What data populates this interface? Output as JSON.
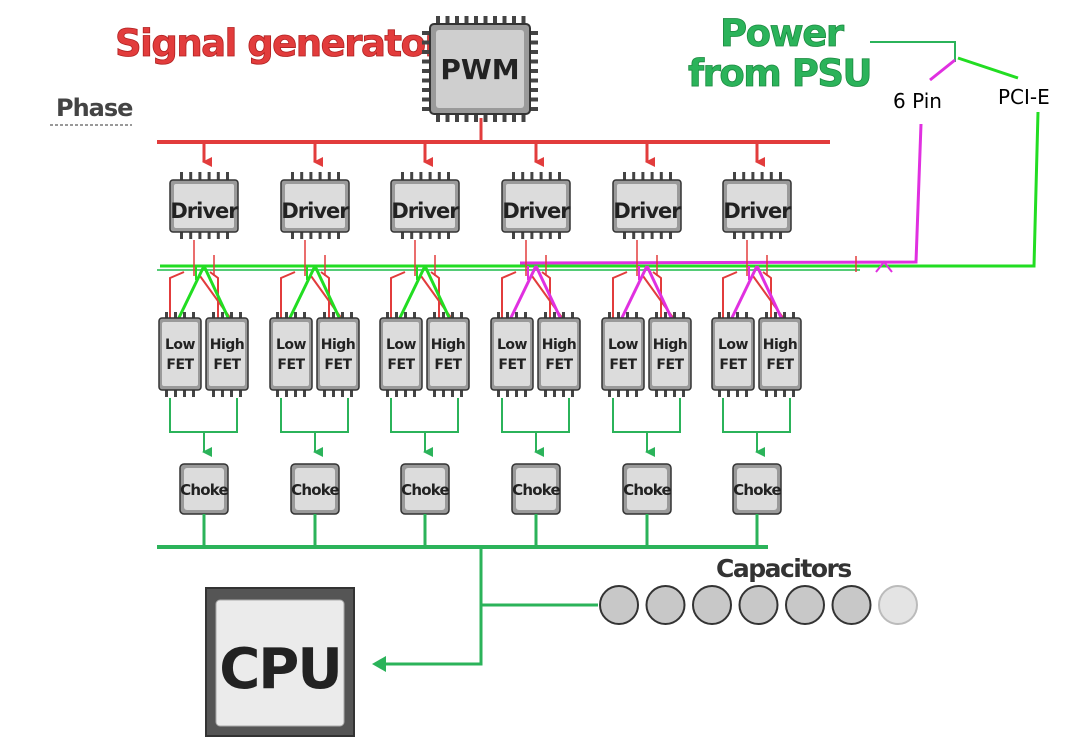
{
  "labels": {
    "signal_generator": "Signal generator",
    "pwm": "PWM",
    "power_line1": "Power",
    "power_line2": "from PSU",
    "phase": "Phase",
    "six_pin": "6 Pin",
    "pcie": "PCI-E",
    "capacitors": "Capacitors",
    "cpu": "CPU"
  },
  "phases": [
    {
      "driver": "Driver",
      "low_fet": [
        "Low",
        "FET"
      ],
      "high_fet": [
        "High",
        "FET"
      ],
      "choke": "Choke",
      "feed": "green"
    },
    {
      "driver": "Driver",
      "low_fet": [
        "Low",
        "FET"
      ],
      "high_fet": [
        "High",
        "FET"
      ],
      "choke": "Choke",
      "feed": "green"
    },
    {
      "driver": "Driver",
      "low_fet": [
        "Low",
        "FET"
      ],
      "high_fet": [
        "High",
        "FET"
      ],
      "choke": "Choke",
      "feed": "green"
    },
    {
      "driver": "Driver",
      "low_fet": [
        "Low",
        "FET"
      ],
      "high_fet": [
        "High",
        "FET"
      ],
      "choke": "Choke",
      "feed": "magenta"
    },
    {
      "driver": "Driver",
      "low_fet": [
        "Low",
        "FET"
      ],
      "high_fet": [
        "High",
        "FET"
      ],
      "choke": "Choke",
      "feed": "magenta"
    },
    {
      "driver": "Driver",
      "low_fet": [
        "Low",
        "FET"
      ],
      "high_fet": [
        "High",
        "FET"
      ],
      "choke": "Choke",
      "feed": "magenta"
    }
  ],
  "capacitor_count": 7,
  "colors": {
    "signal_red": "#e23c3c",
    "power_green": "#2bb35a",
    "bright_green": "#22dd22",
    "magenta": "#e030e0",
    "chip_dark": "#333333",
    "chip_light": "#f0f0f0",
    "capacitor": "#c8c8c8"
  }
}
